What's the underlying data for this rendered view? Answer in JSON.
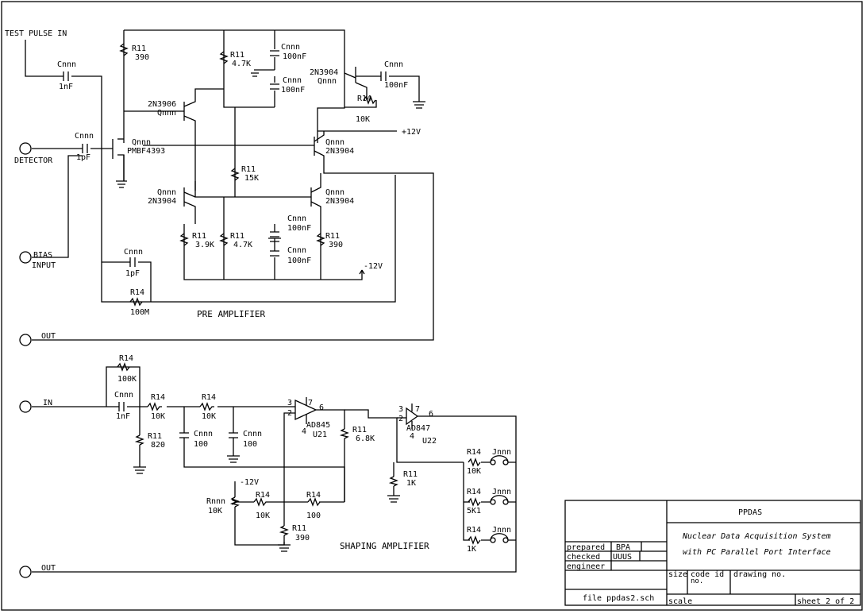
{
  "ports": {
    "test_pulse_in": "TEST PULSE IN",
    "detector": "DETECTOR",
    "bias": "BIAS",
    "input": "INPUT",
    "out1": "OUT",
    "in": "IN",
    "out2": "OUT"
  },
  "preamp": {
    "title": "PRE AMPLIFIER",
    "r_390_top": {
      "ref": "R11",
      "val": "390"
    },
    "r_4k7_top": {
      "ref": "R11",
      "val": "4.7K"
    },
    "c_top1": {
      "ref": "Cnnn",
      "val": "100nF"
    },
    "c_top2": {
      "ref": "Cnnn",
      "val": "100nF"
    },
    "c_test": {
      "ref": "Cnnn",
      "val": "1nF"
    },
    "c_det": {
      "ref": "Cnnn",
      "val": "1pF"
    },
    "jfet": {
      "ref": "Qnnn",
      "val": "PMBF4393"
    },
    "q_pnp": {
      "val": "2N3906",
      "ref": "Qnnn"
    },
    "q_top_right": {
      "val": "2N3904",
      "ref": "Qnnn"
    },
    "c_out": {
      "ref": "Cnnn",
      "val": "100nF"
    },
    "r_10k": {
      "ref": "R14",
      "val": "10K"
    },
    "supply_pos": "+12V",
    "q_mid_right": {
      "ref": "Qnnn",
      "val": "2N3904"
    },
    "r_15k": {
      "ref": "R11",
      "val": "15K"
    },
    "q_bot_left": {
      "ref": "Qnnn",
      "val": "2N3904"
    },
    "q_bot_right": {
      "ref": "Qnnn",
      "val": "2N3904"
    },
    "c_bot1": {
      "ref": "Cnnn",
      "val": "100nF"
    },
    "c_bot2": {
      "ref": "Cnnn",
      "val": "100nF"
    },
    "r_3k9": {
      "ref": "R11",
      "val": "3.9K"
    },
    "r_4k7_bot": {
      "ref": "R11",
      "val": "4.7K"
    },
    "r_390_bot": {
      "ref": "R11",
      "val": "390"
    },
    "supply_neg": "-12V",
    "c_fb": {
      "ref": "Cnnn",
      "val": "1pF"
    },
    "r_fb": {
      "ref": "R14",
      "val": "100M"
    }
  },
  "shaper": {
    "title": "SHAPING AMPLIFIER",
    "r_100k": {
      "ref": "R14",
      "val": "100K"
    },
    "c_in": {
      "ref": "Cnnn",
      "val": "1nF"
    },
    "r_10k_a": {
      "ref": "R14",
      "val": "10K"
    },
    "r_10k_b": {
      "ref": "R14",
      "val": "10K"
    },
    "r_820": {
      "ref": "R11",
      "val": "820"
    },
    "c_100_a": {
      "ref": "Cnnn",
      "val": "100"
    },
    "c_100_b": {
      "ref": "Cnnn",
      "val": "100"
    },
    "u21": {
      "part": "AD845",
      "ref": "U21",
      "p3": "3",
      "p2": "2",
      "p7": "7",
      "p6": "6",
      "p4": "4"
    },
    "r_6k8": {
      "ref": "R11",
      "val": "6.8K"
    },
    "pot": {
      "ref": "Rnnn",
      "val": "10K"
    },
    "supply_neg": "-12V",
    "r_10k_c": {
      "ref": "R14",
      "val": "10K"
    },
    "r_100": {
      "ref": "R14",
      "val": "100"
    },
    "r_390": {
      "ref": "R11",
      "val": "390"
    },
    "u22": {
      "part": "AD847",
      "ref": "U22",
      "p3": "3",
      "p2": "2",
      "p7": "7",
      "p6": "6",
      "p4": "4"
    },
    "r_1k_gnd": {
      "ref": "R11",
      "val": "1K"
    },
    "r_10k_j": {
      "ref": "R14",
      "val": "10K"
    },
    "r_5k1_j": {
      "ref": "R14",
      "val": "5K1"
    },
    "r_1k_j": {
      "ref": "R14",
      "val": "1K"
    },
    "j1": "Jnnn",
    "j2": "Jnnn",
    "j3": "Jnnn"
  },
  "titleblock": {
    "name": "PPDAS",
    "desc1": "Nuclear Data Acquisition System",
    "desc2": "with PC Parallel Port Interface",
    "prepared_label": "prepared",
    "prepared_val": "BPA",
    "checked_label": "checked",
    "checked_val": "UUUS",
    "engineer_label": "engineer",
    "size_label": "size",
    "code_label": "code id",
    "code_no": "no.",
    "drawing_label": "drawing no.",
    "file": "file ppdas2.sch",
    "scale_label": "scale",
    "sheet": "sheet 2 of 2"
  }
}
